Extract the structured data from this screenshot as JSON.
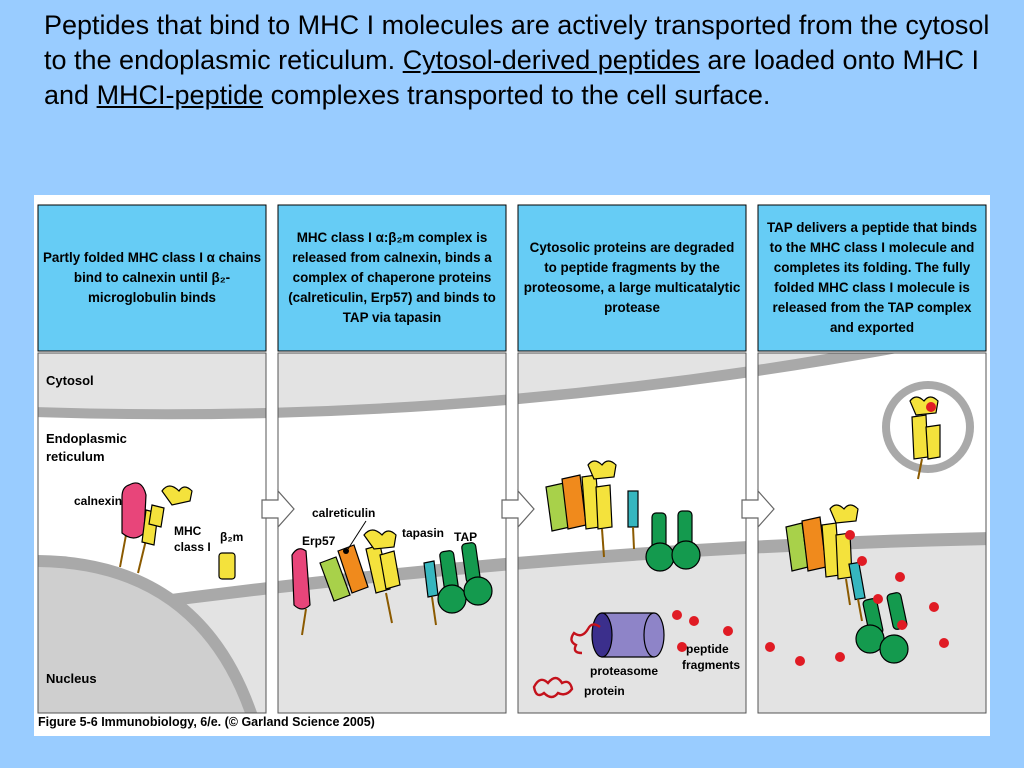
{
  "slide": {
    "title_part1": "Peptides that bind to MHC I molecules are actively transported from the cytosol to the endoplasmic reticulum. ",
    "title_link1": "Cytosol-derived peptides",
    "title_part2": " are loaded onto MHC I and ",
    "title_link2": "MHCI-peptide",
    "title_part3": " complexes transported to the cell surface."
  },
  "figure": {
    "credit": "Figure 5-6  Immunobiology, 6/e. (© Garland Science 2005)",
    "panels": [
      {
        "caption": "Partly folded MHC class I α chains bind to calnexin until β₂-microglobulin binds"
      },
      {
        "caption": "MHC class I α:β₂m complex is released from calnexin, binds a complex of chaperone proteins (calreticulin, Erp57) and binds to TAP via tapasin"
      },
      {
        "caption": "Cytosolic proteins are degraded to peptide fragments by the proteosome, a large multicatalytic protease"
      },
      {
        "caption": "TAP delivers a peptide that binds to the MHC class I molecule and completes its folding. The fully folded MHC class I molecule is released from the TAP complex and exported"
      }
    ],
    "labels": {
      "cytosol": "Cytosol",
      "er_line1": "Endoplasmic",
      "er_line2": "reticulum",
      "nucleus": "Nucleus",
      "calnexin": "calnexin",
      "mhc_line1": "MHC",
      "mhc_line2": "class I",
      "b2m": "β₂m",
      "calreticulin": "calreticulin",
      "erp57": "Erp57",
      "tapasin": "tapasin",
      "tap": "TAP",
      "proteasome": "proteasome",
      "protein": "protein",
      "peptide_line1": "peptide",
      "peptide_line2": "fragments"
    },
    "colors": {
      "caption_bg": "#66ccf5",
      "cytosol_bg": "#e3e3e3",
      "membrane": "#a9a9a9",
      "calnexin": "#e8457a",
      "mhc_yellow": "#f4e23c",
      "b2m": "#f4e23c",
      "calreticulin": "#f08a1c",
      "erp57": "#a8d14a",
      "tapasin": "#36b6bf",
      "tap": "#149a4e",
      "proteasome": "#8e84c8",
      "peptide": "#e01b24"
    }
  }
}
